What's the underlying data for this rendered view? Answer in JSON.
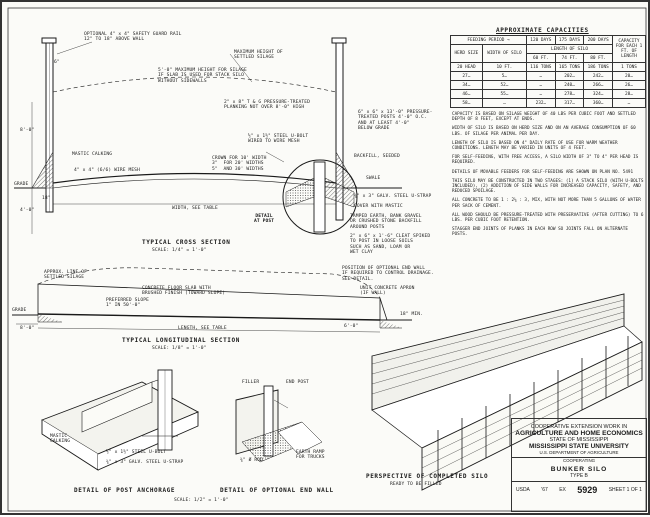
{
  "capacities": {
    "heading": "APPROXIMATE CAPACITIES",
    "header": {
      "feeding_period": "FEEDING PERIOD →",
      "days": [
        "120 DAYS",
        "175 DAYS",
        "200 DAYS"
      ],
      "capacity": "CAPACITY FOR EACH 1 FT. OF LENGTH",
      "herd_size": "HERD SIZE",
      "width_of_silo": "WIDTH OF SILO",
      "length_of_silo": "LENGTH OF SILO",
      "sixty_ft": "60 FT.",
      "seventy_four_ft": "74 FT.",
      "eighty_ft": "80 FT."
    },
    "rows": [
      [
        "20 HEAD",
        "10 FT.",
        "116 TONS",
        "165 TONS",
        "186 TONS",
        "1 TONS"
      ],
      [
        "27…",
        "5…",
        "…",
        "202…",
        "242…",
        "20…"
      ],
      [
        "34…",
        "52…",
        "…",
        "240…",
        "266…",
        "26…"
      ],
      [
        "46…",
        "55…",
        "…",
        "278…",
        "324…",
        "28…"
      ],
      [
        "58…",
        "…",
        "232…",
        "317…",
        "360…",
        "…"
      ]
    ]
  },
  "notes": [
    "CAPACITY IS BASED ON SILAGE WEIGHT OF 40 LBS PER CUBIC FOOT AND SETTLED DEPTH OF 8 FEET, EXCEPT AT ENDS.",
    "WIDTH OF SILO IS BASED ON HERD SIZE AND ON AN AVERAGE CONSUMPTION OF 60 LBS. OF SILAGE PER ANIMAL PER DAY.",
    "LENGTH OF SILO IS BASED ON 4\" DAILY RATE OF USE FOR WARM WEATHER CONDITIONS. LENGTH MAY BE VARIED IN UNITS OF 4 FEET.",
    "FOR SELF-FEEDING, WITH FREE ACCESS, A SILO WIDTH OF 3\" TO 4\" PER HEAD IS REQUIRED.",
    "DETAILS OF MOVABLE FEEDERS FOR SELF-FEEDING ARE SHOWN ON PLAN NO. 5491",
    "THIS SILO MAY BE CONSTRUCTED IN TWO STAGES: (1) A STACK SILO (WITH U-BOLTS INCLUDED), (2) ADDITION OF SIDE WALLS FOR INCREASED CAPACITY, SAFETY, AND REDUCED SPOILAGE.",
    "ALL CONCRETE TO BE 1 : 2¼ : 3, MIX, WITH NOT MORE THAN 5 GALLONS OF WATER PER SACK OF CEMENT.",
    "ALL WOOD SHOULD BE PRESSURE-TREATED WITH PRESERVATIVE (AFTER CUTTING) TO 6 LBS. PER CUBIC FOOT RETENTION.",
    "STAGGER END JOINTS OF PLANKS IN EACH ROW SO JOINTS FALL ON ALTERNATE POSTS."
  ],
  "cross_section": {
    "title": "TYPICAL CROSS SECTION",
    "scale": "SCALE: 1/4\" = 1'-0\"",
    "labels": {
      "guard_rail": "OPTIONAL 4\" x 4\" SAFETY GUARD RAIL\n12\" TO 18\" ABOVE WALL",
      "max_height": "MAXIMUM HEIGHT OF\nSETTLED SILAGE",
      "max_height_slage": "5'-0\" MAXIMUM HEIGHT FOR SILAGE\nIF SLAB IS USED FOR STACK SILO\nWITHOUT SIDEWALLS",
      "planking": "2\" x 8\" T & G PRESSURE-TREATED\nPLANKING NOT OVER 8'-0\" HIGH",
      "posts": "6\" x 6\" x 13'-0\" PRESSURE-\nTREATED POSTS 4'-0\" O.C.\nAND AT LEAST 4'-0\"\nBELOW GRADE",
      "u_bolt": "½\" x 1½\" STEEL U-BOLT\nWIRED TO WIRE MESH",
      "crown": "CROWN FOR 10' WIDTH\n3\"  FOR 20' WIDTHS\n5\"  AND 30' WIDTHS",
      "mastic": "MASTIC CALKING",
      "wire_mesh": "4\" x 4\" (6/6) WIRE MESH",
      "backfill": "BACKFILL, SEEDED",
      "swale": "SWALE",
      "grade": "GRADE",
      "width": "WIDTH, SEE TABLE",
      "galv_strap": "¾\" x 3\" GALV. STEEL U-STRAP",
      "cover": "COVER WITH MASTIC",
      "tamped": "TAMPED EARTH, BANK GRAVEL\nOR CRUSHED STONE BACKFILL\nAROUND POSTS",
      "cleat": "2\" x 6\" x 1'-6\" CLEAT SPIKED\nTO POST IN LOOSE SOILS\nSUCH AS SAND, LOAM OR\nWET CLAY",
      "dim_6": "6\"",
      "dim_8": "8'-0\"",
      "dim_4": "4'-0\"",
      "dim_18": "18\""
    },
    "detail": "DETAIL\nAT POST"
  },
  "longitudinal": {
    "title": "TYPICAL LONGITUDINAL SECTION",
    "scale": "SCALE: 1/8\" = 1'-0\"",
    "labels": {
      "approx_line": "APPROX. LINE OF\nSETTLED SILAGE",
      "floor_slab": "CONCRETE FLOOR SLAB WITH\nBRUSHED FINISH (TOWARD SLOPE)",
      "slope": "PREFERRED SLOPE\n1\" IN 50'-0\"",
      "end_wall": "POSITION OF OPTIONAL END WALL\nIF REQUIRED TO CONTROL DRAINAGE.\nSEE DETAIL.",
      "apron": "UNIT CONCRETE APRON\n(IF WALL)",
      "length": "LENGTH, SEE TABLE",
      "grade": "GRADE",
      "dim_8": "8'-0\"",
      "dim_6": "6'-0\"",
      "dim_18": "18\" MIN."
    }
  },
  "perspective": {
    "title": "PERSPECTIVE OF COMPLETED SILO",
    "subtitle": "READY TO BE FILLED"
  },
  "post_anchorage": {
    "title": "DETAIL OF POST ANCHORAGE",
    "labels": {
      "mastic": "MASTIC\nCALKING",
      "u_bolt": "½\" x 1½\" STEEL U-BOLT",
      "u_strap": "¾\" x 3\" GALV. STEEL U-STRAP"
    }
  },
  "end_wall": {
    "title": "DETAIL OF OPTIONAL END WALL",
    "labels": {
      "filler": "FILLER",
      "end_post": "END POST",
      "rod": "¾\" Ø ROD",
      "ramp": "EARTH RAMP\nFOR TRUCKS"
    }
  },
  "scale_details": "SCALE: 1/2\" = 1'-0\"",
  "title_block": {
    "line1": "COOPERATIVE EXTENSION WORK IN",
    "line2": "AGRICULTURE AND HOME ECONOMICS",
    "line3": "STATE OF MISSISSIPPI",
    "line4": "MISSISSIPPI STATE UNIVERSITY",
    "line5": "U.S. DEPARTMENT OF AGRICULTURE",
    "line6": "COOPERATING",
    "line7": "BUNKER SILO",
    "line8": "TYPE B",
    "usda": "USDA",
    "year": "'67",
    "ex": "EX",
    "plan_no": "5929",
    "sheet": "SHEET 1 OF 1"
  },
  "colors": {
    "ink": "#1a1a1a",
    "paper": "#fbfbf8",
    "hatch": "#555555"
  }
}
